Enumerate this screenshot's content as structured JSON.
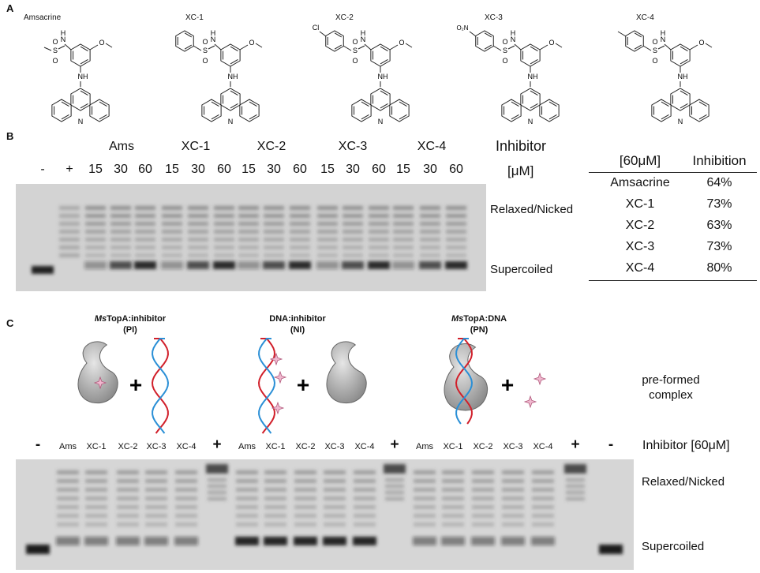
{
  "panels": {
    "a": "A",
    "b": "B",
    "c": "C"
  },
  "compounds": [
    "Amsacrine",
    "XC-1",
    "XC-2",
    "XC-3",
    "XC-4"
  ],
  "substituents": {
    "xc2": "Cl",
    "xc3": "O₂N",
    "atomS": "S",
    "atomO": "O",
    "atomN": "N",
    "atomNH": "NH",
    "atomH": "H"
  },
  "panel_b": {
    "minus": "-",
    "plus": "+",
    "groups": [
      "Ams",
      "XC-1",
      "XC-2",
      "XC-3",
      "XC-4"
    ],
    "concentrations": [
      "15",
      "30",
      "60"
    ],
    "inhibitor_label": "Inhibitor",
    "unit_label": "[μM]",
    "relaxed_label": "Relaxed/Nicked",
    "supercoiled_label": "Supercoiled"
  },
  "table": {
    "header": [
      "[60μM]",
      "Inhibition"
    ],
    "rows": [
      {
        "name": "Amsacrine",
        "value": "64%"
      },
      {
        "name": "XC-1",
        "value": "73%"
      },
      {
        "name": "XC-2",
        "value": "63%"
      },
      {
        "name": "XC-3",
        "value": "73%"
      },
      {
        "name": "XC-4",
        "value": "80%"
      }
    ]
  },
  "panel_c": {
    "schemes": [
      {
        "title_italic": "Ms",
        "title_rest": "TopA:inhibitor",
        "abbr": "(PI)"
      },
      {
        "title_italic": "",
        "title_rest": "DNA:inhibitor",
        "abbr": "(NI)"
      },
      {
        "title_italic": "Ms",
        "title_rest": "TopA:DNA",
        "abbr": "(PN)"
      }
    ],
    "plus": "+",
    "preformed": [
      "pre-formed",
      "complex"
    ],
    "lanes": [
      "-",
      "Ams",
      "XC-1",
      "XC-2",
      "XC-3",
      "XC-4",
      "+",
      "Ams",
      "XC-1",
      "XC-2",
      "XC-3",
      "XC-4",
      "+",
      "Ams",
      "XC-1",
      "XC-2",
      "XC-3",
      "XC-4",
      "+",
      "-"
    ],
    "inhibitor_label": "Inhibitor [60μM]",
    "relaxed_label": "Relaxed/Nicked",
    "supercoiled_label": "Supercoiled"
  }
}
